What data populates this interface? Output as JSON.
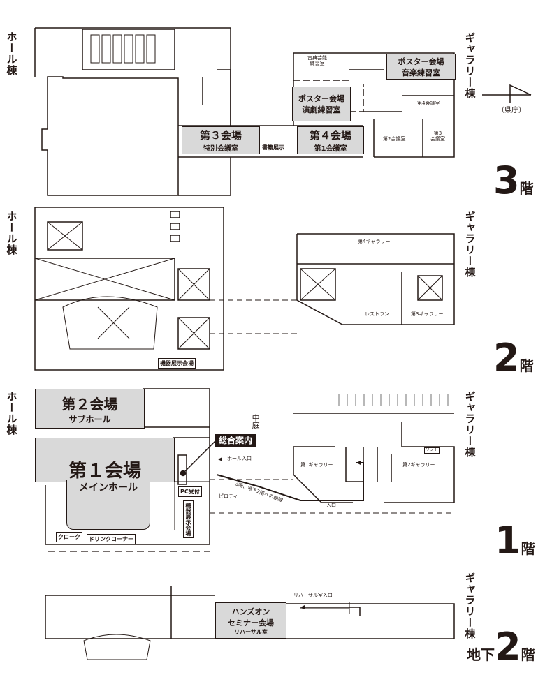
{
  "wings": {
    "hall": "ホール棟",
    "gallery": "ギャラリー棟"
  },
  "floors": {
    "f3": {
      "num": "3",
      "kai": "階"
    },
    "f2": {
      "num": "2",
      "kai": "階"
    },
    "f1": {
      "num": "1",
      "kai": "階"
    },
    "b2": {
      "prefix": "地下",
      "num": "2",
      "kai": "階"
    }
  },
  "f3": {
    "poster_music": {
      "title": "ポスター会場",
      "sub": "音楽練習室"
    },
    "poster_drama": {
      "title": "ポスター会場",
      "sub": "演劇練習室"
    },
    "classical": {
      "line1": "古典芸能",
      "line2": "練習室"
    },
    "conf4": "第4会議室",
    "venue3": {
      "title": "第３会場",
      "sub": "特別会議室"
    },
    "books": "書籍展示",
    "venue4": {
      "title": "第４会場",
      "sub": "第1会議室"
    },
    "conf2": "第2会議室",
    "conf3": {
      "line1": "第3",
      "line2": "会議室"
    },
    "prefecture": "（県庁）"
  },
  "f2": {
    "gallery4": "第4ギャラリー",
    "restaurant": "レストラン",
    "gallery3": "第3ギャラリー",
    "exhibit": "機器展示会場"
  },
  "f1": {
    "venue2": {
      "title": "第２会場",
      "sub": "サブホール"
    },
    "venue1": {
      "title": "第１会場",
      "sub": "メインホール"
    },
    "courtyard": "中庭",
    "info": "総合案内",
    "hall_entrance": "ホール入口",
    "pc": "PC受付",
    "exhibit": "機器展示会場",
    "piloti": "ピロティー",
    "route": "3階、地下2階への動線",
    "entrance": "入口",
    "gallery1": "第1ギャラリー",
    "gallery2": "第2ギャラリー",
    "lift": "リフト",
    "cloak": "クローク",
    "drink": "ドリンクコーナー"
  },
  "b2": {
    "hands_on": {
      "line1": "ハンズオン",
      "line2": "セミナー会場",
      "sub": "リハーサル室"
    },
    "rehearsal_entrance": "リハーサル室入口"
  }
}
